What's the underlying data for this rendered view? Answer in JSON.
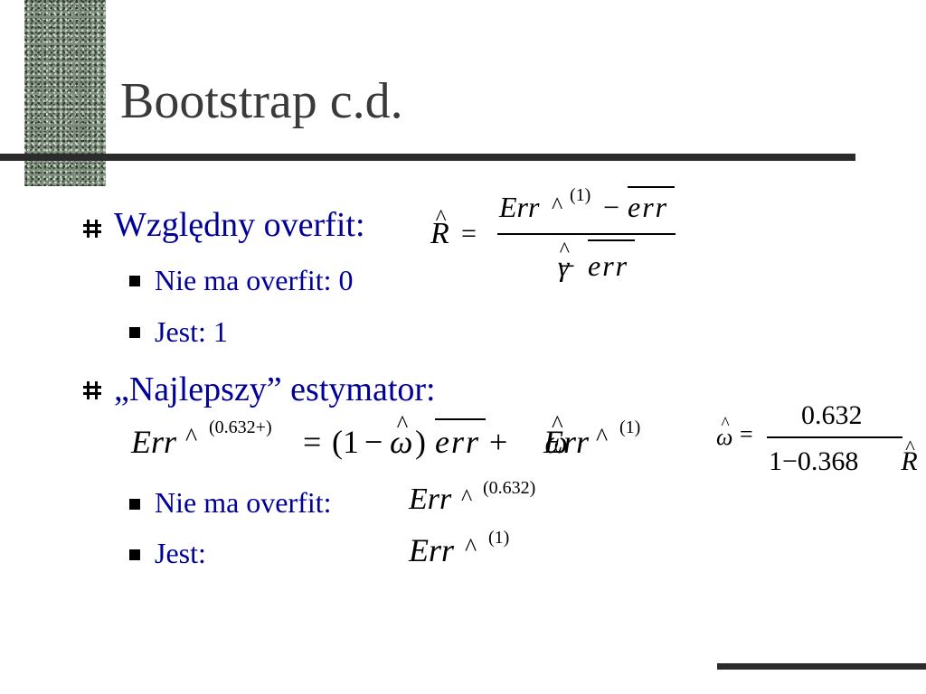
{
  "slide": {
    "title": "Bootstrap c.d.",
    "bullets": [
      {
        "label": "Względny overfit:",
        "subitems": [
          {
            "label": "Nie ma overfit: 0"
          },
          {
            "label": "Jest: 1"
          }
        ]
      },
      {
        "label": "„Najlepszy” estymator:",
        "subitems": [
          {
            "label": "Nie ma overfit:"
          },
          {
            "label": "Jest:"
          }
        ]
      }
    ]
  },
  "formulas": {
    "R": {
      "lhs": "R",
      "eq": "=",
      "num_err": "Err",
      "num_caret": "^",
      "num_sup": "(1)",
      "num_minus": "−",
      "num_err2": "err",
      "den_gamma": "γ",
      "den_minus": "−",
      "den_err": "err"
    },
    "best": {
      "err": "Err",
      "caret": "^",
      "sup": "(0.632+)",
      "eq": "=",
      "open": "(1",
      "minus": "−",
      "omega": "ω",
      "close": ")",
      "err_bar": "err",
      "plus": "+",
      "omega2": "ω",
      "err2": "Err",
      "caret2": "^",
      "sup2": "(1)"
    },
    "omega": {
      "lhs": "ω",
      "eq": "=",
      "num": "0.632",
      "den_text": "1−0.368",
      "den_R": "R"
    },
    "no_overfit": {
      "err": "Err",
      "caret": "^",
      "sup": "(0.632)"
    },
    "overfit": {
      "err": "Err",
      "caret": "^",
      "sup": "(1)"
    }
  },
  "colors": {
    "bullet_text": "#000099",
    "title": "#3a3a3a",
    "rule": "#2b2b2b"
  },
  "icons": {
    "level1": "hash-bullet-icon",
    "level2": "square-bullet-icon"
  }
}
